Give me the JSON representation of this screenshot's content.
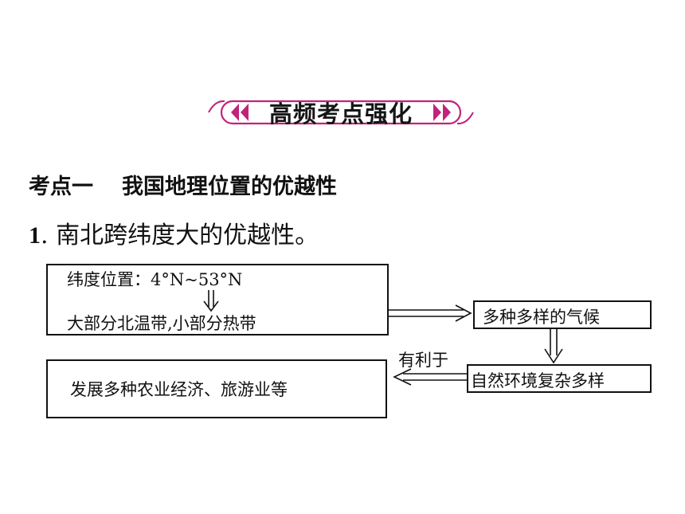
{
  "banner": {
    "title": "高频考点强化"
  },
  "section": {
    "label": "考点一",
    "title": "我国地理位置的优越性"
  },
  "point": {
    "number": "1",
    "text": ". 南北跨纬度大的优越性。"
  },
  "diagram": {
    "latitude_text": "纬度位置：4°N~53°N",
    "zones_text": "大部分北温带,小部分热带",
    "climate_text": "多种多样的气候",
    "environment_text": "自然环境复杂多样",
    "benefit_text": "有利于",
    "development_text": "发展多种农业经济、旅游业等"
  }
}
